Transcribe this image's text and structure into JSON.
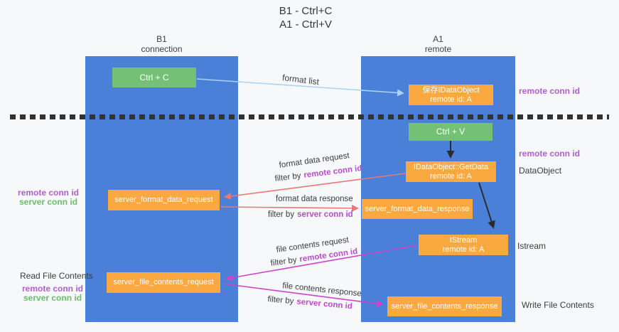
{
  "colors": {
    "canvas_bg": "#f7f8f9",
    "column_blue": "#4a80d8",
    "box_orange": "#f9a940",
    "box_green": "#74c176",
    "arrow_lightblue": "#a9d3f2",
    "arrow_salmon": "#e87878",
    "arrow_magenta": "#cb44cb",
    "arrow_black": "#2b2b2b",
    "text_dark": "#3c3c3c",
    "text_purple": "#b15fd0",
    "filter_purple": "#bc4ad0",
    "text_green": "#68c06a"
  },
  "title": {
    "line1": "B1 - Ctrl+C",
    "line2": "A1 - Ctrl+V"
  },
  "columns": {
    "left": {
      "header_line1": "B1",
      "header_line2": "connection"
    },
    "right": {
      "header_line1": "A1",
      "header_line2": "remote"
    }
  },
  "boxes": {
    "ctrl_c": "Ctrl + C",
    "ctrl_v": "Ctrl + V",
    "save_dataobject": {
      "line1": "保存IDataObject",
      "line2": "remote id: A"
    },
    "getdata": {
      "line1": "IDataObject::GetData",
      "line2": "remote id: A"
    },
    "istream": {
      "line1": "IStream",
      "line2": "remote id: A"
    },
    "server_format_data_request": "server_format_data_request",
    "server_format_data_response": "server_format_data_response",
    "server_file_contents_request": "server_file_contents_request",
    "server_file_contents_response": "server_file_contents_response"
  },
  "arrow_labels": {
    "format_list": "format list",
    "format_data_request": "format data request",
    "format_data_response": "format data response",
    "file_contents_request": "file contents request",
    "file_contents_response": "file contents response",
    "filter_by": "filter by",
    "remote_conn_id": "remote conn id",
    "server_conn_id": "server conn id"
  },
  "side_labels": {
    "remote_conn_id": "remote conn id",
    "server_conn_id": "server conn id",
    "dataobject": "DataObject",
    "istream": "Istream",
    "read_file_contents": "Read File Contents",
    "write_file_contents": "Write File Contents"
  }
}
